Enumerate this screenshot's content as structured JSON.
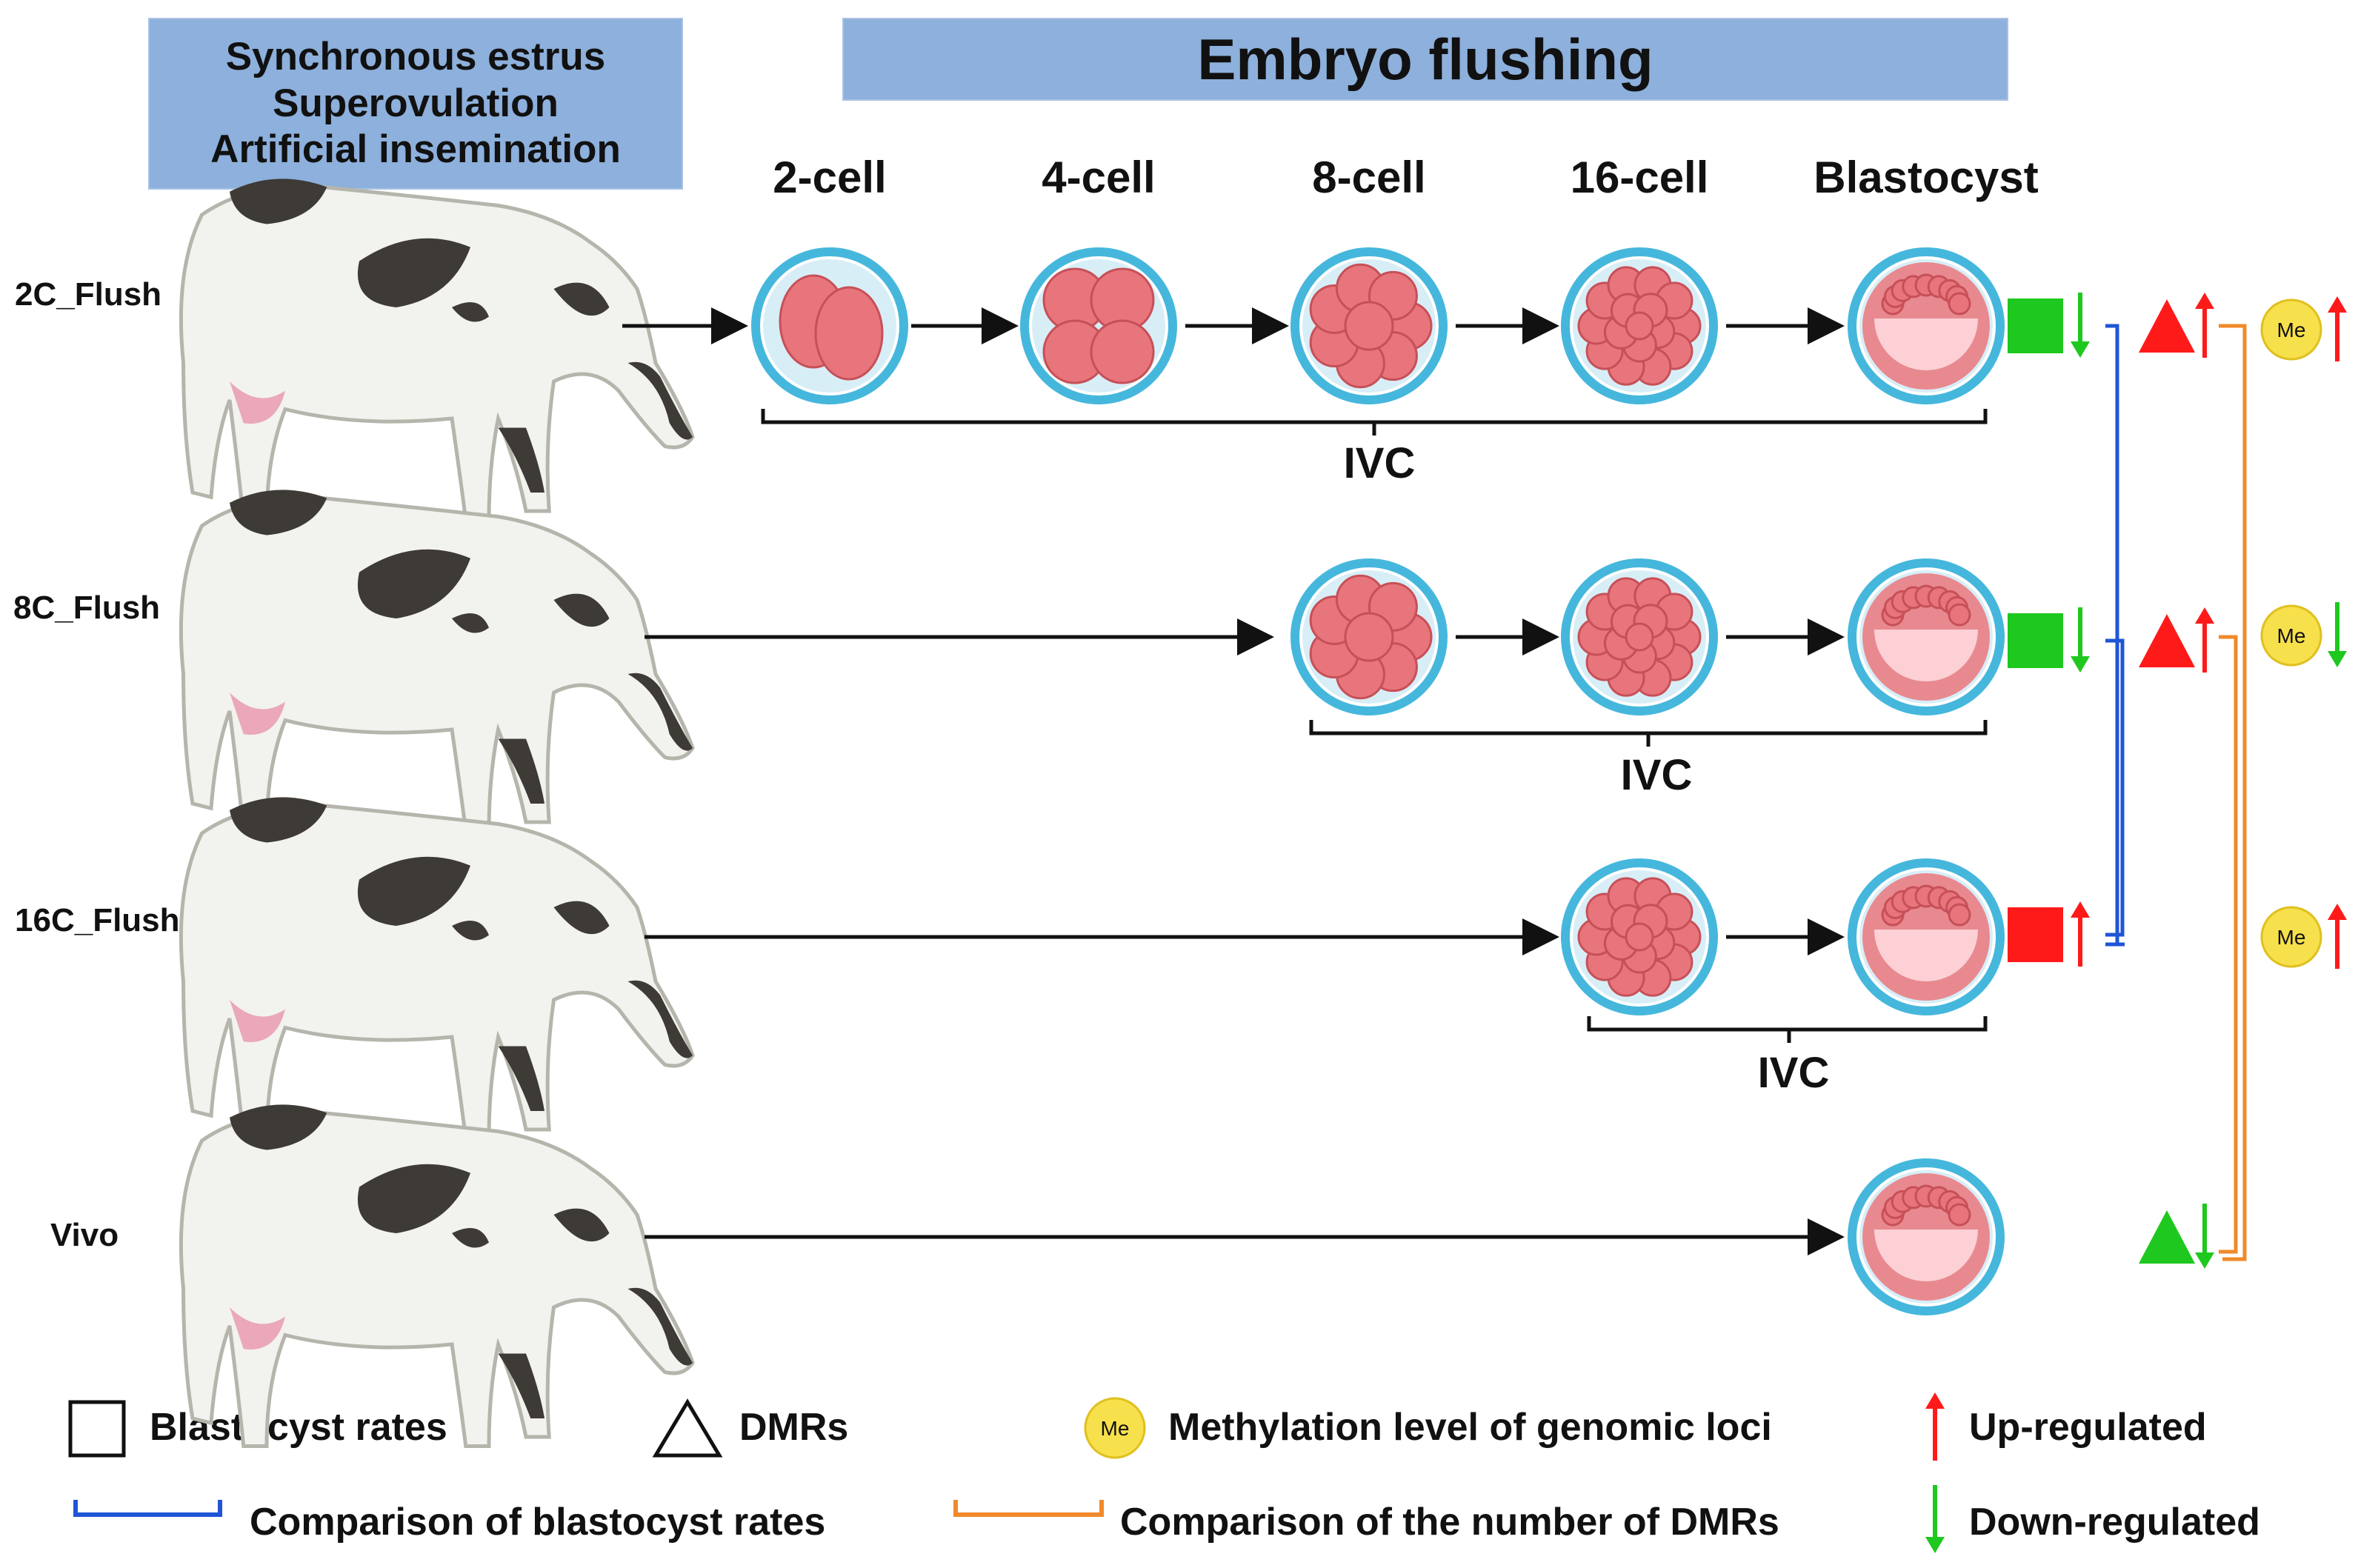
{
  "header": {
    "protocol_lines": [
      "Synchronous estrus",
      "Superovulation",
      "Artificial insemination"
    ],
    "title": "Embryo flushing"
  },
  "stages": [
    "2-cell",
    "4-cell",
    "8-cell",
    "16-cell",
    "Blastocyst"
  ],
  "rows": [
    {
      "label": "2C_Flush",
      "ivc": "IVC",
      "blastocyst_rate": "down",
      "dmrs": "up",
      "methylation": "up"
    },
    {
      "label": "8C_Flush",
      "ivc": "IVC",
      "blastocyst_rate": "down",
      "dmrs": "up",
      "methylation": "down"
    },
    {
      "label": "16C_Flush",
      "ivc": "IVC",
      "blastocyst_rate": "up",
      "methylation": "up"
    },
    {
      "label": "Vivo",
      "dmrs": "down"
    }
  ],
  "me_label": "Me",
  "legend": {
    "blastocyst_rates": "Blastocyst rates",
    "dmrs": "DMRs",
    "methylation": "Methylation level of genomic loci",
    "up": "Up-regulated",
    "down": "Down-regulated",
    "comparison_rates": "Comparison of blastocyst rates",
    "comparison_dmrs": "Comparison of the number of DMRs"
  },
  "colors": {
    "header_box": "#8db0dc",
    "up": "#ff1a1a",
    "down": "#1ec81e",
    "blue_bracket": "#1f55d6",
    "orange_bracket": "#f08a2a",
    "me_circle": "#f6e04c",
    "zona": "#46b7dc",
    "cell": "#e8757c"
  }
}
